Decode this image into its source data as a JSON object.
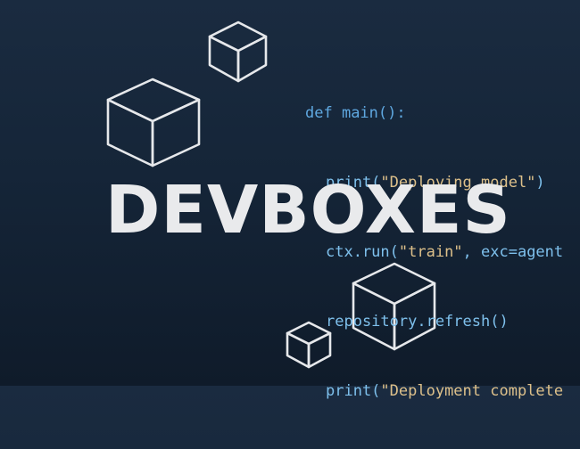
{
  "title": "DEVBOXES",
  "code": {
    "line1": {
      "keyword": "def",
      "text": " main():"
    },
    "line2": {
      "fn": "print(",
      "str": "\"Deploying model\"",
      "close": ")"
    },
    "line3": {
      "text": "ctx.run(",
      "str": "\"train\"",
      "rest": ", exc=agent"
    },
    "line4": {
      "text": "repository.refresh()"
    },
    "line5": {
      "fn": "print(",
      "str": "\"Deployment complete"
    }
  },
  "colors": {
    "background_top": "#1a2b40",
    "background_bottom": "#0f1b2a",
    "title": "#e9eaec",
    "keyword": "#5fa8e0",
    "string": "#ddc08a",
    "cube_stroke": "#e6e8eb"
  },
  "icons": [
    "cube-icon",
    "cube-icon",
    "cube-icon",
    "cube-icon"
  ]
}
